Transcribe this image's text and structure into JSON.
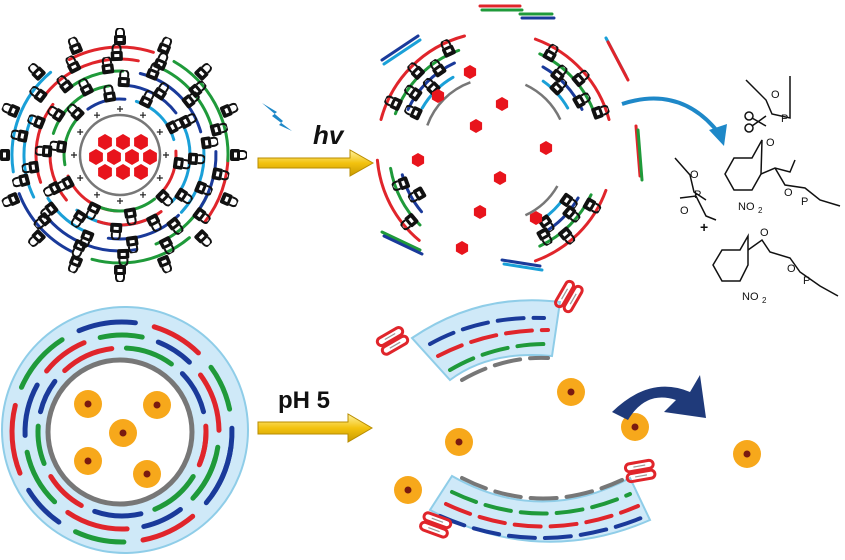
{
  "top_label": "hv",
  "bottom_label": "pH 5",
  "chemistry": {
    "nitro_group": "NO",
    "nitro_subscript": "2",
    "phosphorus": "P",
    "oxygen": "O",
    "plus": "+"
  },
  "colors": {
    "strand_red": "#e0252b",
    "strand_green": "#1f9a3a",
    "strand_blue": "#1a3a9a",
    "strand_cyan": "#1aa0d8",
    "core_gray": "#777777",
    "cargo_red": "#e8141c",
    "shell_light_blue": "#cfe9f8",
    "shell_border": "#8fcde8",
    "cargo_orange": "#f7a81b",
    "cargo_core": "#7a1a10",
    "yellow_arrow": "#f3c20f",
    "navy_arrow": "#1f3a7a",
    "light_arrow": "#1e88c8"
  }
}
